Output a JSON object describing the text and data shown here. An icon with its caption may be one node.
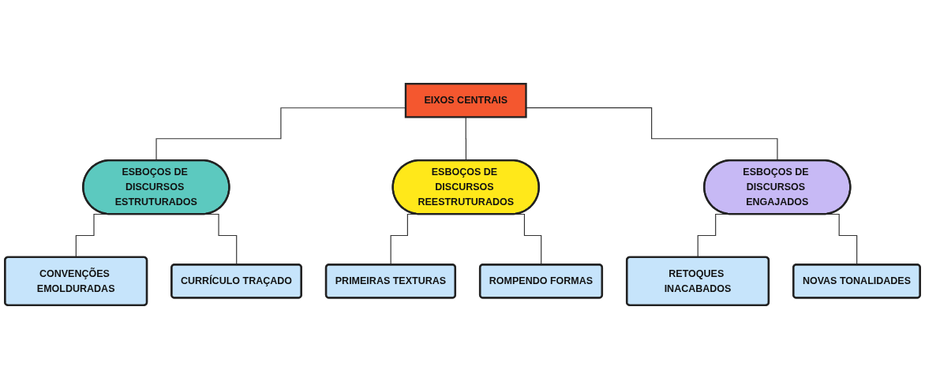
{
  "diagram": {
    "nodes": [
      {
        "text": [
          "EIXOS CENTRAIS"
        ]
      },
      {
        "text": [
          "ESBOÇOS DE DISCURSOS ESTRUTURADOS"
        ]
      },
      {
        "text": [
          "ESBOÇOS DE DISCURSOS REESTRUTURADOS"
        ]
      },
      {
        "text": [
          "ESBOÇOS DE DISCURSOS ENGAJADOS"
        ]
      },
      {
        "text": [
          "CONVENÇÕES EMOLDURADAS"
        ]
      },
      {
        "text": [
          "CURRÍCULO TRAÇADO"
        ]
      },
      {
        "text": [
          "PRIMEIRAS TEXTURAS"
        ]
      },
      {
        "text": [
          "ROMPENDO FORMAS"
        ]
      },
      {
        "text": [
          "RETOQUES INACABADOS"
        ]
      },
      {
        "text": [
          "NOVAS TONALIDADES"
        ]
      }
    ],
    "edges": [
      {
        "from": 0,
        "to": 1,
        "arrow": "none"
      },
      {
        "from": 0,
        "to": 2,
        "arrow": "none"
      },
      {
        "from": 0,
        "to": 3,
        "arrow": "none"
      },
      {
        "from": 1,
        "to": 4,
        "arrow": "none"
      },
      {
        "from": 1,
        "to": 5,
        "arrow": "none"
      },
      {
        "from": 2,
        "to": 6,
        "arrow": "none"
      },
      {
        "from": 2,
        "to": 7,
        "arrow": "none"
      },
      {
        "from": 3,
        "to": 8,
        "arrow": "none"
      },
      {
        "from": 3,
        "to": 9,
        "arrow": "none"
      }
    ]
  }
}
